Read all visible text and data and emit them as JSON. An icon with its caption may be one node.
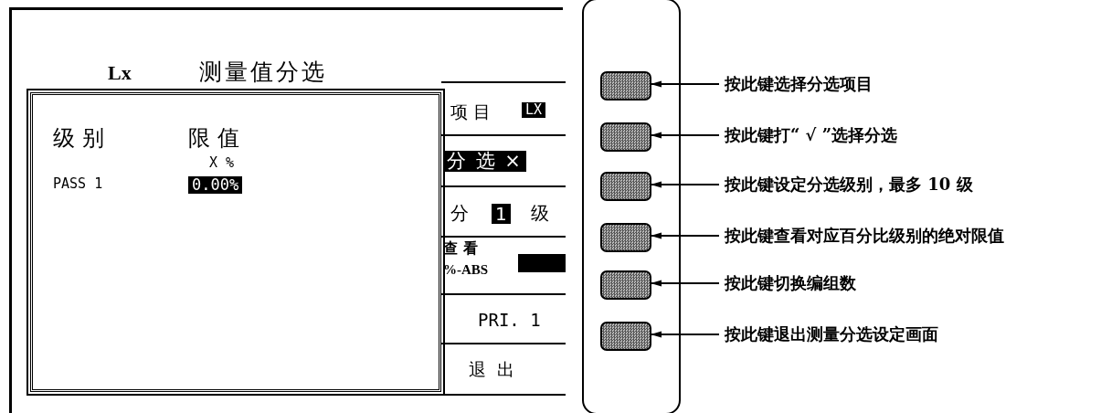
{
  "diagram": {
    "nodes": [
      {
        "text": [
          "Lx",
          "测量值分选"
        ]
      },
      {
        "text": [
          "级 别",
          "限 值",
          "X %",
          "PASS 1",
          "0.00%"
        ],
        "in": 0
      },
      {
        "text": [
          "项 目",
          "LX"
        ],
        "in": 0
      },
      {
        "text": [
          "分 选 ×"
        ],
        "in": 0
      },
      {
        "text": [
          "分",
          "1",
          "级"
        ],
        "in": 0
      },
      {
        "text": [
          "查 看",
          "%-ABS"
        ],
        "in": 0
      },
      {
        "text": [
          "PRI. 1"
        ],
        "in": 0
      },
      {
        "text": [
          "退 出"
        ],
        "in": 0
      },
      {
        "text": [],
        "shape": "box"
      },
      {
        "text": [],
        "shape": "box",
        "in": 8
      },
      {
        "text": [],
        "shape": "box",
        "in": 8
      },
      {
        "text": [],
        "shape": "box",
        "in": 8
      },
      {
        "text": [],
        "shape": "box",
        "in": 8
      },
      {
        "text": [],
        "shape": "box",
        "in": 8
      },
      {
        "text": [],
        "shape": "box",
        "in": 8
      },
      {
        "text": [
          "按此键选择分选项目"
        ]
      },
      {
        "text": [
          "按此键打“ √ ”选择分选"
        ]
      },
      {
        "text": [
          "按此键设定分选级别，最多 10 级"
        ]
      },
      {
        "text": [
          "按此键查看对应百分比级别的绝对限值"
        ]
      },
      {
        "text": [
          "按此键切换编组数"
        ]
      },
      {
        "text": [
          "按此键退出测量分选设定画面"
        ]
      }
    ],
    "edges": [
      {
        "from": 15,
        "to": 9,
        "arrow": "to"
      },
      {
        "from": 16,
        "to": 10,
        "arrow": "to"
      },
      {
        "from": 17,
        "to": 11,
        "arrow": "to"
      },
      {
        "from": 18,
        "to": 12,
        "arrow": "to"
      },
      {
        "from": 19,
        "to": 13,
        "arrow": "to"
      },
      {
        "from": 20,
        "to": 14,
        "arrow": "to"
      }
    ]
  }
}
